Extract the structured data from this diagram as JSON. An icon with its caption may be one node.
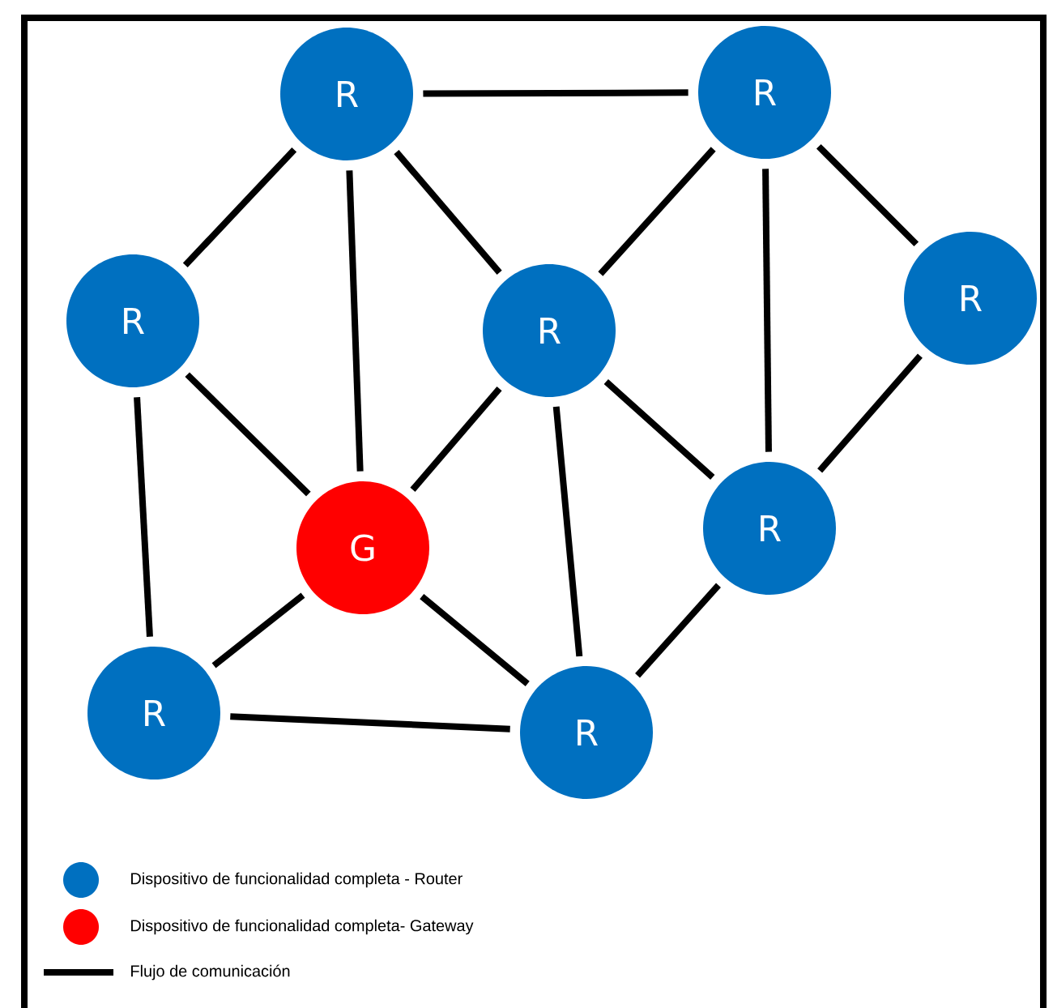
{
  "diagram": {
    "nodes": [
      {
        "text": [
          "R"
        ]
      },
      {
        "text": [
          "R"
        ]
      },
      {
        "text": [
          "R"
        ]
      },
      {
        "text": [
          "R"
        ]
      },
      {
        "text": [
          "R"
        ]
      },
      {
        "text": [
          "G"
        ]
      },
      {
        "text": [
          "R"
        ]
      },
      {
        "text": [
          "R"
        ]
      },
      {
        "text": [
          "R"
        ]
      }
    ],
    "edges": [
      {
        "from": 0,
        "to": 1,
        "arrow": "none"
      },
      {
        "from": 0,
        "to": 2,
        "arrow": "none"
      },
      {
        "from": 0,
        "to": 5,
        "arrow": "none"
      },
      {
        "from": 0,
        "to": 3,
        "arrow": "none"
      },
      {
        "from": 1,
        "to": 3,
        "arrow": "none"
      },
      {
        "from": 1,
        "to": 6,
        "arrow": "none"
      },
      {
        "from": 1,
        "to": 4,
        "arrow": "none"
      },
      {
        "from": 2,
        "to": 5,
        "arrow": "none"
      },
      {
        "from": 2,
        "to": 7,
        "arrow": "none"
      },
      {
        "from": 3,
        "to": 5,
        "arrow": "none"
      },
      {
        "from": 3,
        "to": 6,
        "arrow": "none"
      },
      {
        "from": 3,
        "to": 8,
        "arrow": "none"
      },
      {
        "from": 4,
        "to": 6,
        "arrow": "none"
      },
      {
        "from": 5,
        "to": 7,
        "arrow": "none"
      },
      {
        "from": 5,
        "to": 8,
        "arrow": "none"
      },
      {
        "from": 7,
        "to": 8,
        "arrow": "none"
      },
      {
        "from": 6,
        "to": 8,
        "arrow": "none"
      }
    ],
    "legend": [
      {
        "text": "Dispositivo de funcionalidad completa - Router",
        "color": "#0070c0"
      },
      {
        "text": "Dispositivo de funcionalidad completa- Gateway",
        "color": "#ff0000"
      },
      {
        "text": "Flujo de comunicación"
      }
    ]
  }
}
